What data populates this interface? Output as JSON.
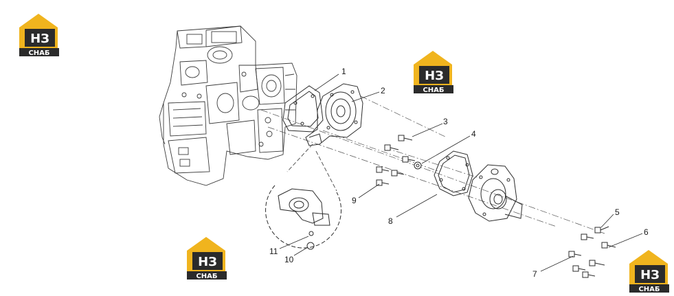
{
  "colors": {
    "accent": "#f0b41e",
    "dark": "#2b2b2b",
    "line": "#3a3a3a"
  },
  "logos": [
    {
      "id": "logo-top-left",
      "big": "НЗ",
      "small": "СНАБ"
    },
    {
      "id": "logo-top-center",
      "big": "НЗ",
      "small": "СНАБ"
    },
    {
      "id": "logo-bottom-left",
      "big": "НЗ",
      "small": "СНАБ"
    },
    {
      "id": "logo-bottom-right",
      "big": "НЗ",
      "small": "СНАБ"
    }
  ],
  "callouts": [
    "1",
    "2",
    "3",
    "4",
    "5",
    "6",
    "7",
    "8",
    "9",
    "10",
    "11"
  ]
}
